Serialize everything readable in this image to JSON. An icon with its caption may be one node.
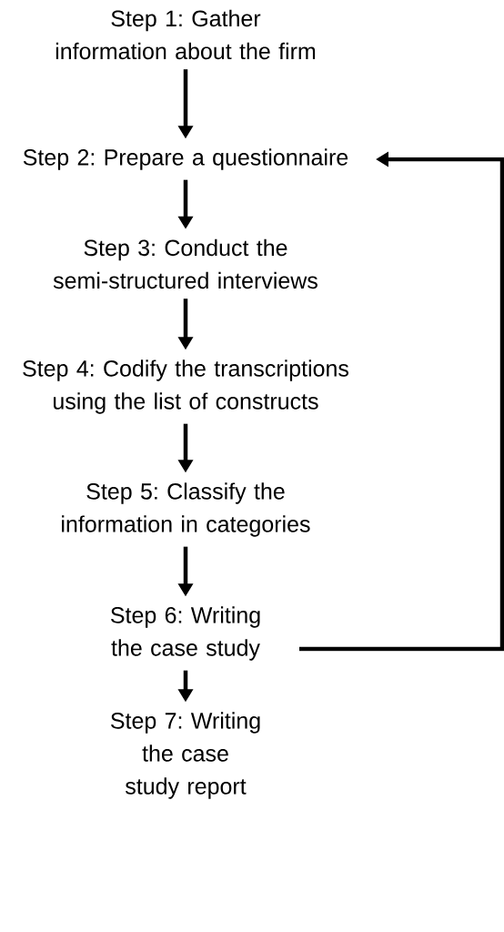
{
  "diagram": {
    "nodes": [
      {
        "text": [
          "Step 1: Gather information about the firm"
        ]
      },
      {
        "text": [
          "Step 2: Prepare a questionnaire"
        ]
      },
      {
        "text": [
          "Step 3: Conduct the semi-structured interviews"
        ]
      },
      {
        "text": [
          "Step 4: Codify the transcriptions using the list of constructs"
        ]
      },
      {
        "text": [
          "Step 5: Classify the information in categories"
        ]
      },
      {
        "text": [
          "Step 6: Writing the case study"
        ]
      },
      {
        "text": [
          "Step 7: Writing the case study report"
        ]
      }
    ],
    "edges": [
      {
        "from": 0,
        "to": 1,
        "arrow": "to"
      },
      {
        "from": 1,
        "to": 2,
        "arrow": "to"
      },
      {
        "from": 2,
        "to": 3,
        "arrow": "to"
      },
      {
        "from": 3,
        "to": 4,
        "arrow": "to"
      },
      {
        "from": 4,
        "to": 5,
        "arrow": "to"
      },
      {
        "from": 5,
        "to": 6,
        "arrow": "to"
      },
      {
        "from": 5,
        "to": 1,
        "arrow": "to"
      }
    ]
  }
}
